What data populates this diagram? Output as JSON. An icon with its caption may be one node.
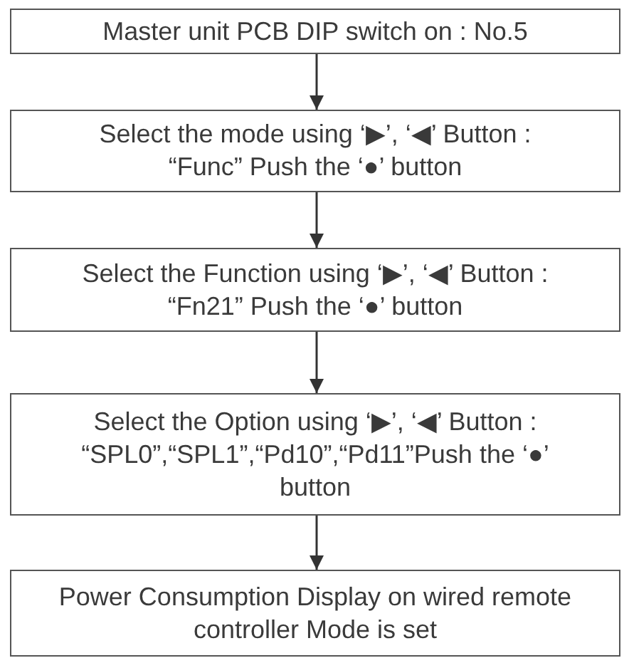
{
  "diagram": {
    "nodes": [
      {
        "text": [
          "Master unit PCB DIP switch on : No.5"
        ]
      },
      {
        "text": [
          "Select the mode using ‘▶’, ‘◀’ Button : “Func” Push the ‘●’ button"
        ]
      },
      {
        "text": [
          "Select the Function using ‘▶’, ‘◀’ Button : “Fn21” Push the ‘●’ button"
        ]
      },
      {
        "text": [
          "Select the Option using ‘▶’, ‘◀’ Button : “SPL0”,“SPL1”,“Pd10”,“Pd11”Push the ‘●’ button"
        ]
      },
      {
        "text": [
          "Power Consumption Display on wired remote controller Mode is set"
        ]
      }
    ],
    "edges": [
      {
        "from": 0,
        "to": 1,
        "arrow": "to"
      },
      {
        "from": 1,
        "to": 2,
        "arrow": "to"
      },
      {
        "from": 2,
        "to": 3,
        "arrow": "to"
      },
      {
        "from": 3,
        "to": 4,
        "arrow": "to"
      }
    ]
  }
}
